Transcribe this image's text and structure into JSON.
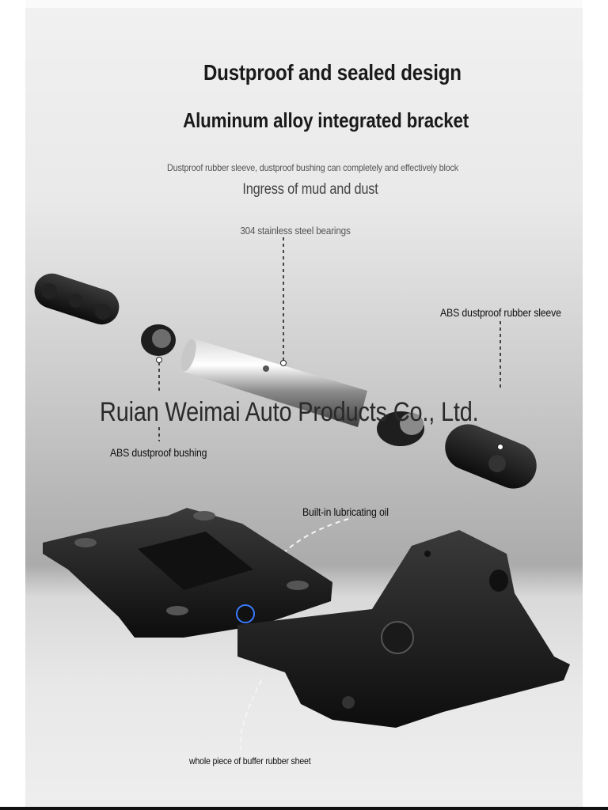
{
  "headline": "Dustproof and sealed design",
  "subheadline": "Aluminum alloy integrated bracket",
  "description_line1": "Dustproof rubber sleeve, dustproof bushing can completely and effectively block",
  "description_line2": "Ingress of mud and dust",
  "callouts": {
    "bearings": "304 stainless steel bearings",
    "sleeve": "ABS dustproof rubber sleeve",
    "bushing": "ABS dustproof bushing",
    "oil": "Built-in lubricating oil",
    "rubber_sheet": "whole piece of buffer rubber sheet"
  },
  "watermark": "Ruian Weimai Auto Products Co., Ltd."
}
